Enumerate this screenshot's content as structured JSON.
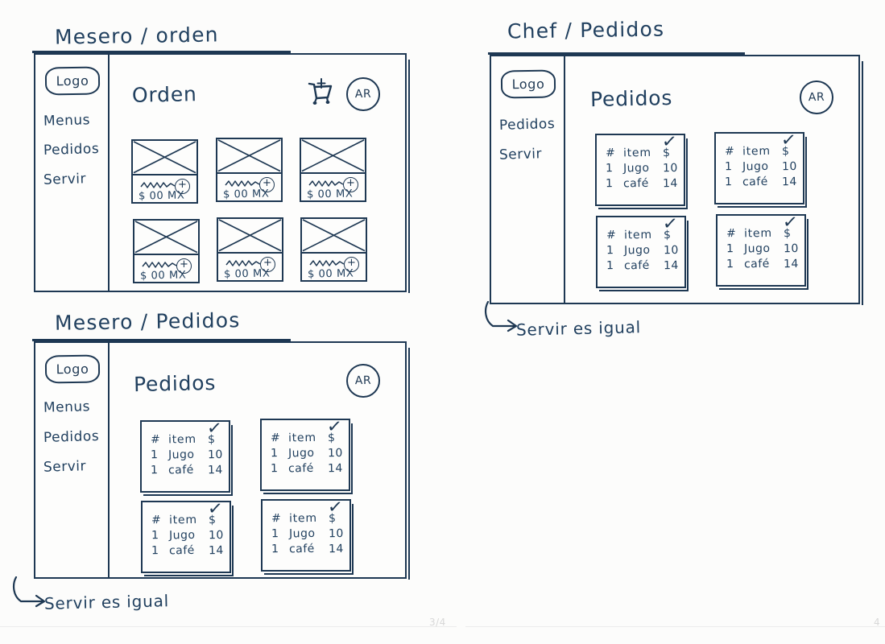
{
  "document": {
    "background_color": "#fbfbfa",
    "ink_color": "#1e3853",
    "page_indicator": "3/4",
    "next_page_indicator": "4"
  },
  "frames": [
    {
      "id": "mesero-orden",
      "sketch_title": "Mesero / orden",
      "logo_label": "Logo",
      "nav_items": [
        "Menus",
        "Pedidos",
        "Servir"
      ],
      "panel_heading": "Orden",
      "avatar_initials": "AR",
      "cart_icon": "shopping-cart-plus-icon",
      "product_card": {
        "name_placeholder": "squiggle-placeholder",
        "price": "$ 00 MX",
        "add_button": "+"
      },
      "product_count": 6
    },
    {
      "id": "mesero-pedidos",
      "sketch_title": "Mesero / Pedidos",
      "logo_label": "Logo",
      "nav_items": [
        "Menus",
        "Pedidos",
        "Servir"
      ],
      "panel_heading": "Pedidos",
      "avatar_initials": "AR",
      "order_card": {
        "headers": [
          "#",
          "item",
          "$"
        ],
        "rows": [
          [
            "1",
            "Jugo",
            "10"
          ],
          [
            "1",
            "café",
            "14"
          ]
        ],
        "status_mark": "✓"
      },
      "order_count": 4,
      "annotation": "Servir es igual"
    },
    {
      "id": "chef-pedidos",
      "sketch_title": "Chef / Pedidos",
      "logo_label": "Logo",
      "nav_items": [
        "Pedidos",
        "Servir"
      ],
      "panel_heading": "Pedidos",
      "avatar_initials": "AR",
      "order_card": {
        "headers": [
          "#",
          "item",
          "$"
        ],
        "rows": [
          [
            "1",
            "Jugo",
            "10"
          ],
          [
            "1",
            "café",
            "14"
          ]
        ],
        "status_mark": "✓"
      },
      "order_count": 4,
      "annotation": "Servir es igual"
    }
  ]
}
